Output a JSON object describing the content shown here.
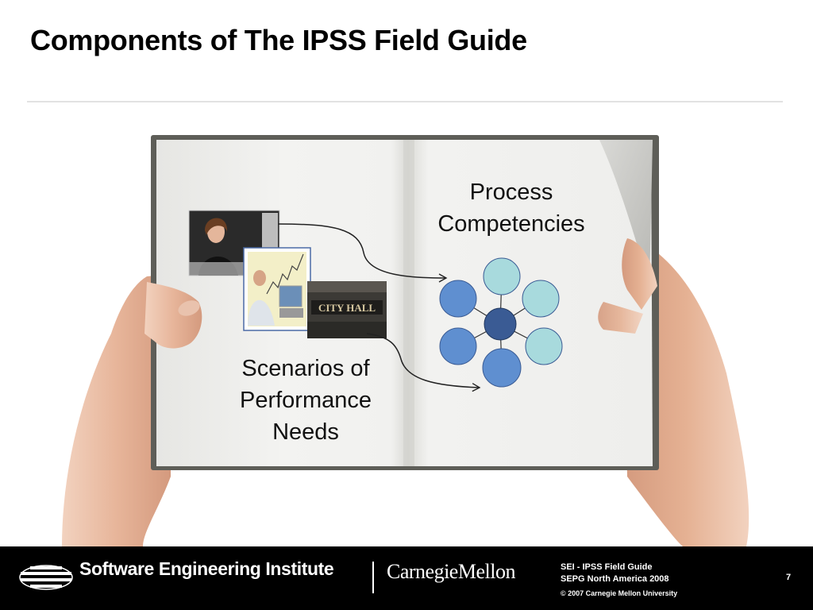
{
  "slide": {
    "title": "Components of The IPSS Field Guide"
  },
  "diagram": {
    "process_label_line1": "Process",
    "process_label_line2": "Competencies",
    "scenarios_label_line1": "Scenarios of",
    "scenarios_label_line2": "Performance",
    "scenarios_label_line3": "Needs",
    "photo_sign_text": "CITY HALL",
    "colors": {
      "center_node": "#3a5b94",
      "dark_node": "#5f8fd0",
      "light_node": "#a8dadd"
    }
  },
  "footer": {
    "institute": "Software Engineering Institute",
    "university": "CarnegieMellon",
    "line1": "SEI - IPSS Field Guide",
    "line2": "SEPG North America 2008",
    "copyright": "© 2007 Carnegie Mellon University",
    "page_number": "7"
  }
}
